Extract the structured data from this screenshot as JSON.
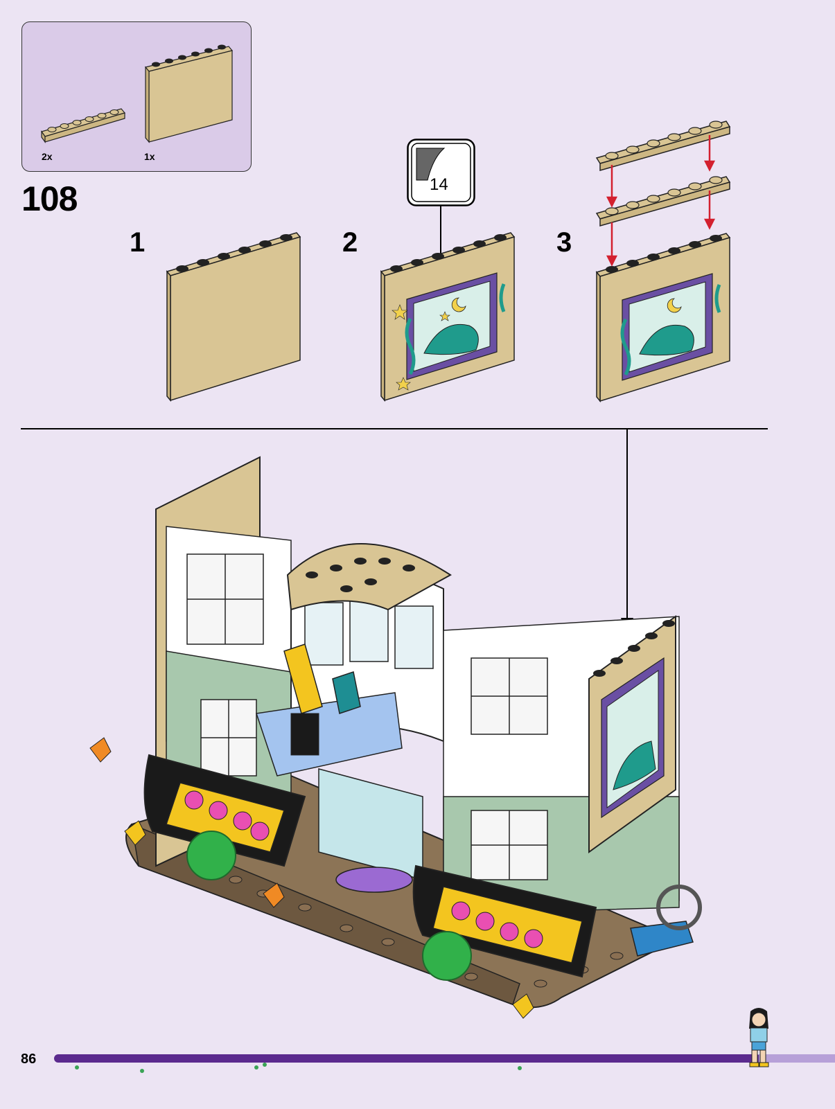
{
  "parts": [
    {
      "quantity": "2x",
      "icon": "tan-plate-1x6-icon"
    },
    {
      "quantity": "1x",
      "icon": "tan-panel-1x6x5-icon"
    }
  ],
  "step_number": "108",
  "substeps": [
    "1",
    "2",
    "3"
  ],
  "sticker_number": "14",
  "page_number": "86",
  "colors": {
    "background": "#ece4f3",
    "parts_box": "#dacbe8",
    "tan": "#d9c594",
    "arrow_red": "#d3202f",
    "progress_bar": "#5b2a8e"
  }
}
